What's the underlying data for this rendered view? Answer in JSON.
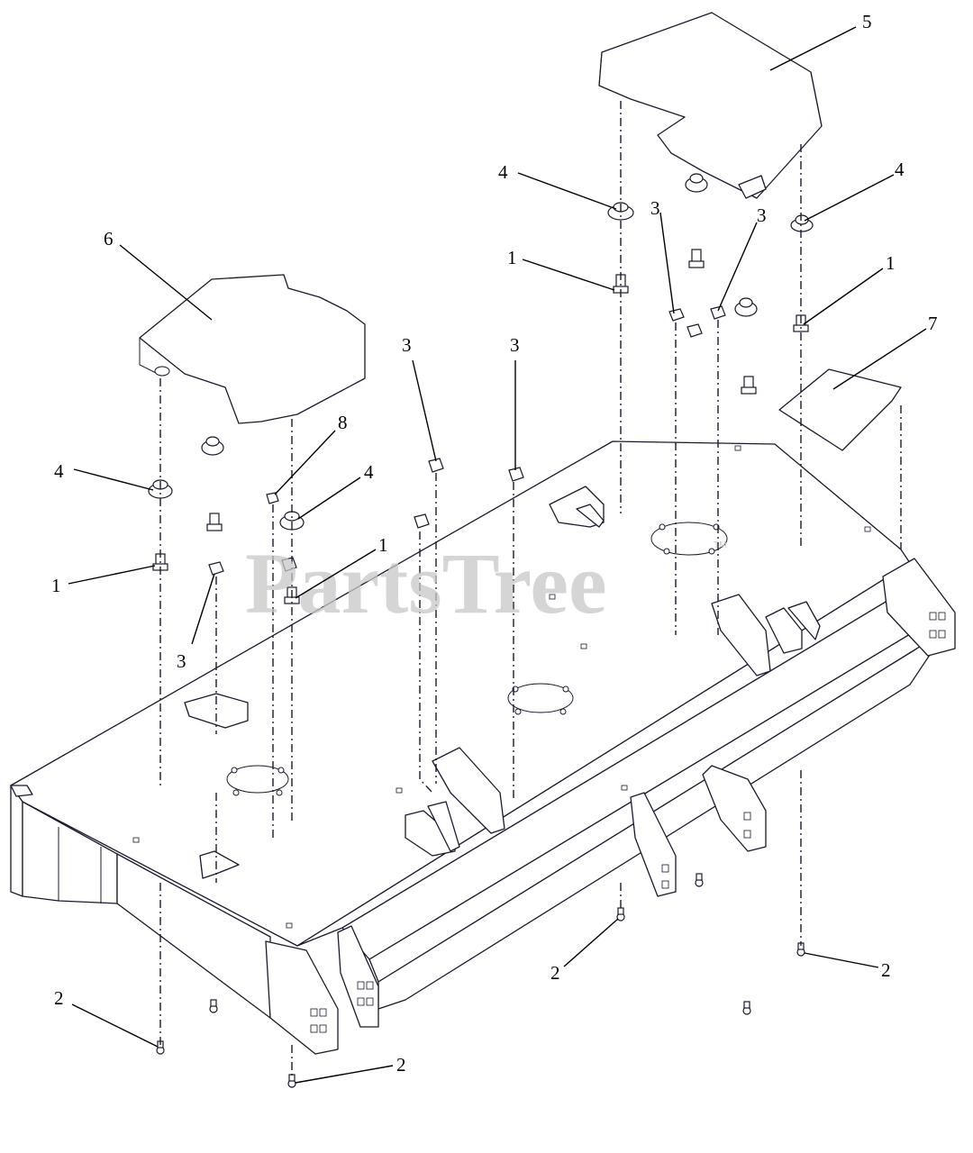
{
  "watermark": {
    "text": "PartsTree",
    "trademark": "TM"
  },
  "callouts": [
    {
      "id": "c5",
      "label": "5"
    },
    {
      "id": "c4a",
      "label": "4"
    },
    {
      "id": "c4b",
      "label": "4"
    },
    {
      "id": "c3a",
      "label": "3"
    },
    {
      "id": "c3b",
      "label": "3"
    },
    {
      "id": "c1a",
      "label": "1"
    },
    {
      "id": "c1b",
      "label": "1"
    },
    {
      "id": "c6",
      "label": "6"
    },
    {
      "id": "c7",
      "label": "7"
    },
    {
      "id": "c3c",
      "label": "3"
    },
    {
      "id": "c3d",
      "label": "3"
    },
    {
      "id": "c8",
      "label": "8"
    },
    {
      "id": "c4c",
      "label": "4"
    },
    {
      "id": "c4d",
      "label": "4"
    },
    {
      "id": "c1c",
      "label": "1"
    },
    {
      "id": "c1d",
      "label": "1"
    },
    {
      "id": "c3e",
      "label": "3"
    },
    {
      "id": "c2a",
      "label": "2"
    },
    {
      "id": "c2b",
      "label": "2"
    },
    {
      "id": "c2c",
      "label": "2"
    },
    {
      "id": "c2d",
      "label": "2"
    }
  ],
  "colors": {
    "line": "#1a1a2e",
    "watermark": "#c8c8c8",
    "background": "#ffffff"
  }
}
